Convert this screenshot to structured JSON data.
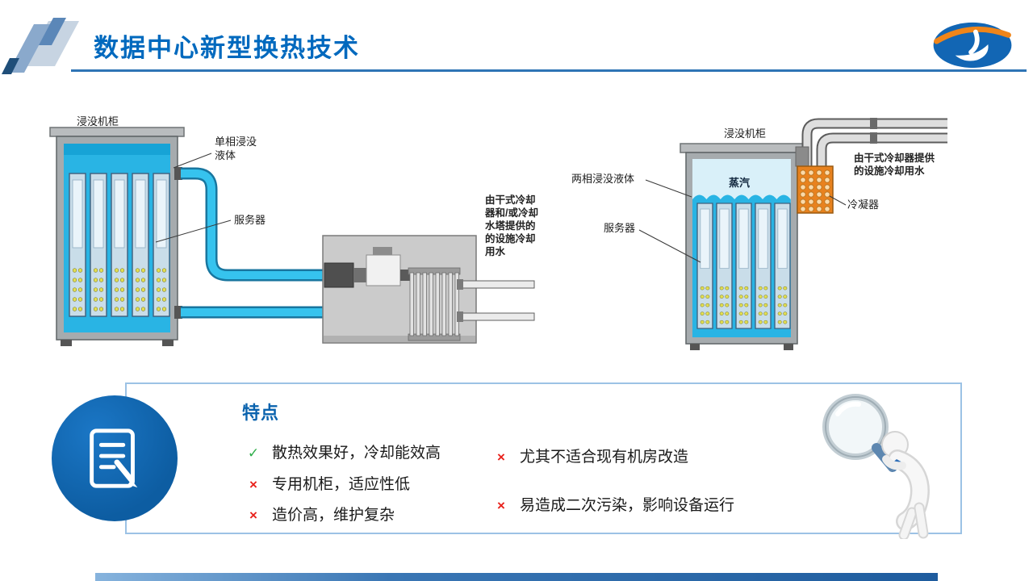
{
  "slide": {
    "title": "数据中心新型换热技术"
  },
  "diagrams": {
    "left": {
      "cabinet": "浸没机柜",
      "fluid": "单相浸没\n液体",
      "server": "服务器",
      "water": "由干式冷却\n器和/或冷却\n水塔提供的\n的设施冷却\n用水"
    },
    "right": {
      "cabinet": "浸没机柜",
      "fluid": "两相浸没液体",
      "vapor": "蒸汽",
      "server": "服务器",
      "condenser": "冷凝器",
      "water": "由干式冷却器提供\n的设施冷却用水"
    }
  },
  "features": {
    "heading": "特点",
    "left": [
      {
        "mark": "✓",
        "text": "散热效果好，冷却能效高"
      },
      {
        "mark": "×",
        "text": "专用机柜，适应性低"
      },
      {
        "mark": "×",
        "text": "造价高，维护复杂"
      }
    ],
    "right": [
      {
        "mark": "×",
        "text": "尤其不适合现有机房改造"
      },
      {
        "mark": "×",
        "text": "易造成二次污染，影响设备运行"
      }
    ]
  },
  "colors": {
    "title_blue": "#0069be",
    "accent_blue": "#2e74b5",
    "panel_border": "#9cc2e5",
    "circle_blue": "#0d5da2",
    "liquid_cyan": "#29b4e4",
    "condenser_orange": "#e8821e",
    "pro_green": "#2eae4a",
    "con_red": "#e8221c"
  }
}
